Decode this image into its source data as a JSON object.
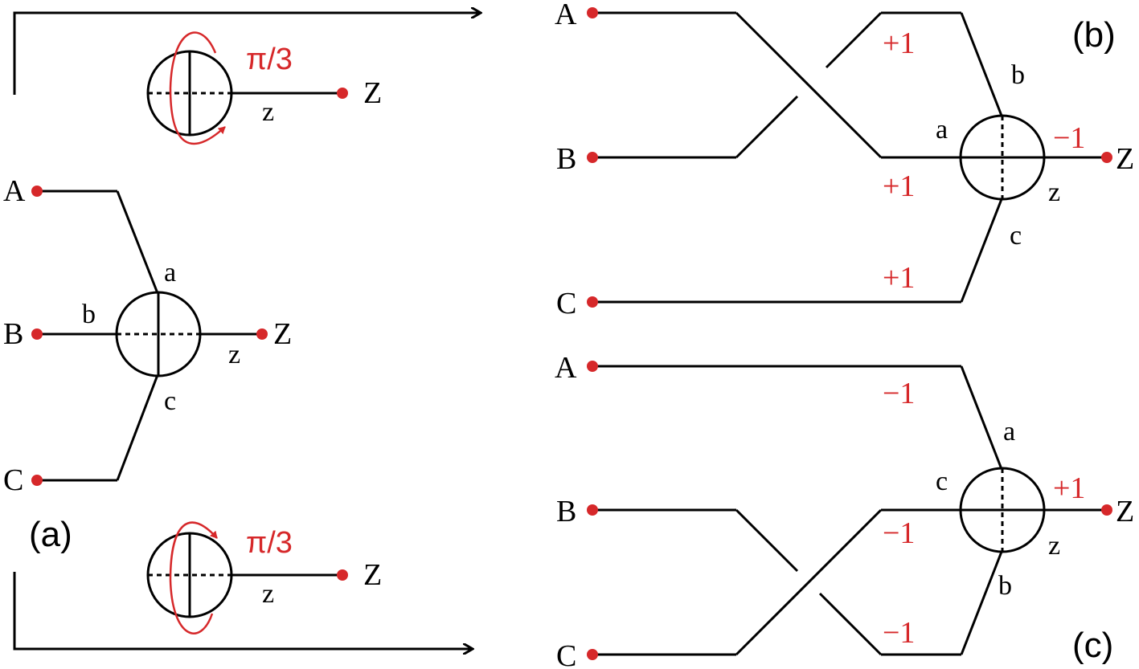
{
  "colors": {
    "line": "#000000",
    "accent": "#d6282a"
  },
  "rotation_top": {
    "angle": "π/3",
    "node_label": "z",
    "terminal": "Z"
  },
  "rotation_bottom": {
    "angle": "π/3",
    "node_label": "z",
    "terminal": "Z"
  },
  "panel_a": {
    "tag": "(a)",
    "terminals": {
      "A": "A",
      "B": "B",
      "C": "C",
      "Z": "Z"
    },
    "ports": {
      "a": "a",
      "b": "b",
      "c": "c",
      "z": "z"
    }
  },
  "panel_b": {
    "tag": "(b)",
    "terminals": {
      "A": "A",
      "B": "B",
      "C": "C",
      "Z": "Z"
    },
    "ports": {
      "a": "a",
      "b": "b",
      "c": "c",
      "z": "z"
    },
    "signs": {
      "top": "+1",
      "mid": "+1",
      "low": "+1",
      "z": "−1"
    }
  },
  "panel_c": {
    "tag": "(c)",
    "terminals": {
      "A": "A",
      "B": "B",
      "C": "C",
      "Z": "Z"
    },
    "ports": {
      "a": "a",
      "b": "b",
      "c": "c",
      "z": "z"
    },
    "signs": {
      "top": "−1",
      "mid": "−1",
      "low": "−1",
      "z": "+1"
    }
  }
}
